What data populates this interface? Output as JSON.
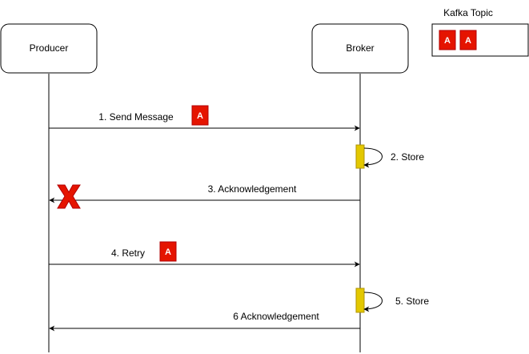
{
  "participants": {
    "producer": "Producer",
    "broker": "Broker"
  },
  "topic": {
    "title": "Kafka Topic",
    "records": [
      "A",
      "A"
    ]
  },
  "messages": {
    "send": "1. Send Message",
    "store1": "2. Store",
    "ack1": "3. Acknowledgement",
    "retry": "4. Retry",
    "store2": "5. Store",
    "ack2": "6 Acknowledgement"
  },
  "badges": {
    "send": "A",
    "retry": "A"
  },
  "colors": {
    "badge": "#e51400",
    "badge_border": "#b20000",
    "activation": "#e3c800",
    "activation_border": "#b09500",
    "failure_mark": "#e51400"
  }
}
